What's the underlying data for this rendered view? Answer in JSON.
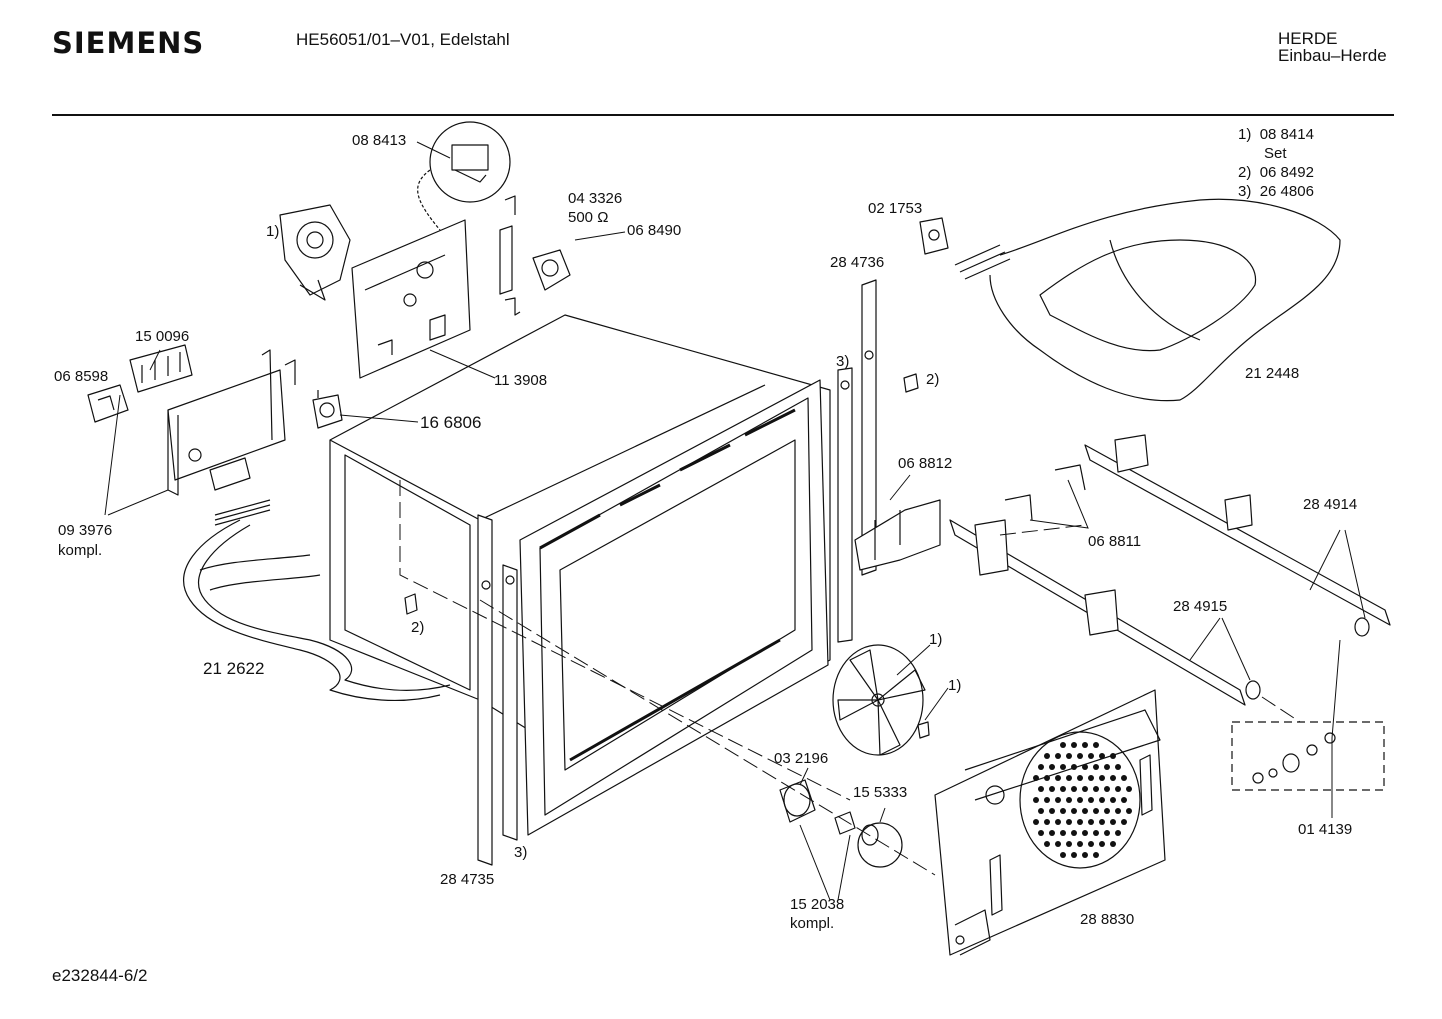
{
  "header": {
    "brand": "SIEMENS",
    "model": "HE56051/01–V01, Edelstahl",
    "category_line1": "HERDE",
    "category_line2": "Einbau–Herde"
  },
  "footnotes": [
    {
      "key": "1)",
      "value": "08 8414"
    },
    {
      "key": "",
      "value": "Set"
    },
    {
      "key": "2)",
      "value": "06 8492"
    },
    {
      "key": "3)",
      "value": "26 4806"
    }
  ],
  "parts": {
    "p088413": "08 8413",
    "p043326": "04 3326",
    "p043326_spec": "500 Ω",
    "p068490": "06 8490",
    "p150096": "15 0096",
    "p068598": "06 8598",
    "p113908": "11 3908",
    "p166806": "16 6806",
    "p093976": "09 3976",
    "p093976_note": "kompl.",
    "p212622": "21 2622",
    "p021753": "02 1753",
    "p284736": "28 4736",
    "p212448": "21 2448",
    "p068812": "06 8812",
    "p068811": "06 8811",
    "p284914": "28 4914",
    "p284915": "28 4915",
    "p032196": "03 2196",
    "p155333": "15 5333",
    "p152038": "15 2038",
    "p152038_note": "kompl.",
    "p284735": "28 4735",
    "p288830": "28 8830",
    "p014139": "01 4139"
  },
  "markers": {
    "m1": "1)",
    "m2": "2)",
    "m3": "3)"
  },
  "footer": {
    "doc_id": "e232844-6/2"
  }
}
